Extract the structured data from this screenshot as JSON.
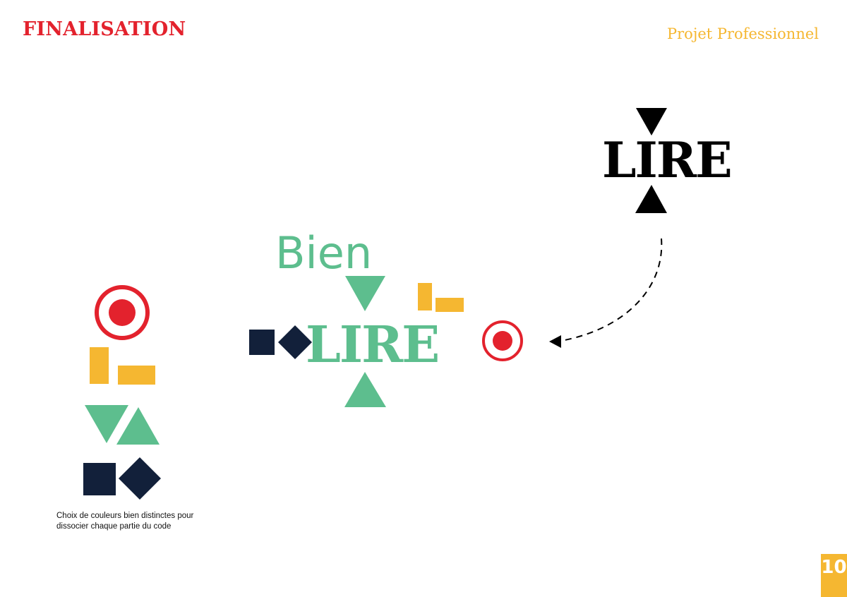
{
  "header": {
    "section_title": "FINALISATION",
    "project_title": "Projet Professionnel"
  },
  "logo_final": {
    "word": "LIRE"
  },
  "logo_combined": {
    "prefix": "Bien",
    "word": "LIRE"
  },
  "caption": "Choix de couleurs bien distinctes pour dissocier chaque partie du code",
  "page_number": "10",
  "colors": {
    "red": "#e3222d",
    "yellow": "#f5b731",
    "green": "#5dbe8e",
    "navy": "#12203a",
    "black": "#000000"
  },
  "icons": [
    "target-icon",
    "corner-icon",
    "triangle-icon",
    "square-icon",
    "diamond-icon",
    "dashed-arrow-icon"
  ]
}
